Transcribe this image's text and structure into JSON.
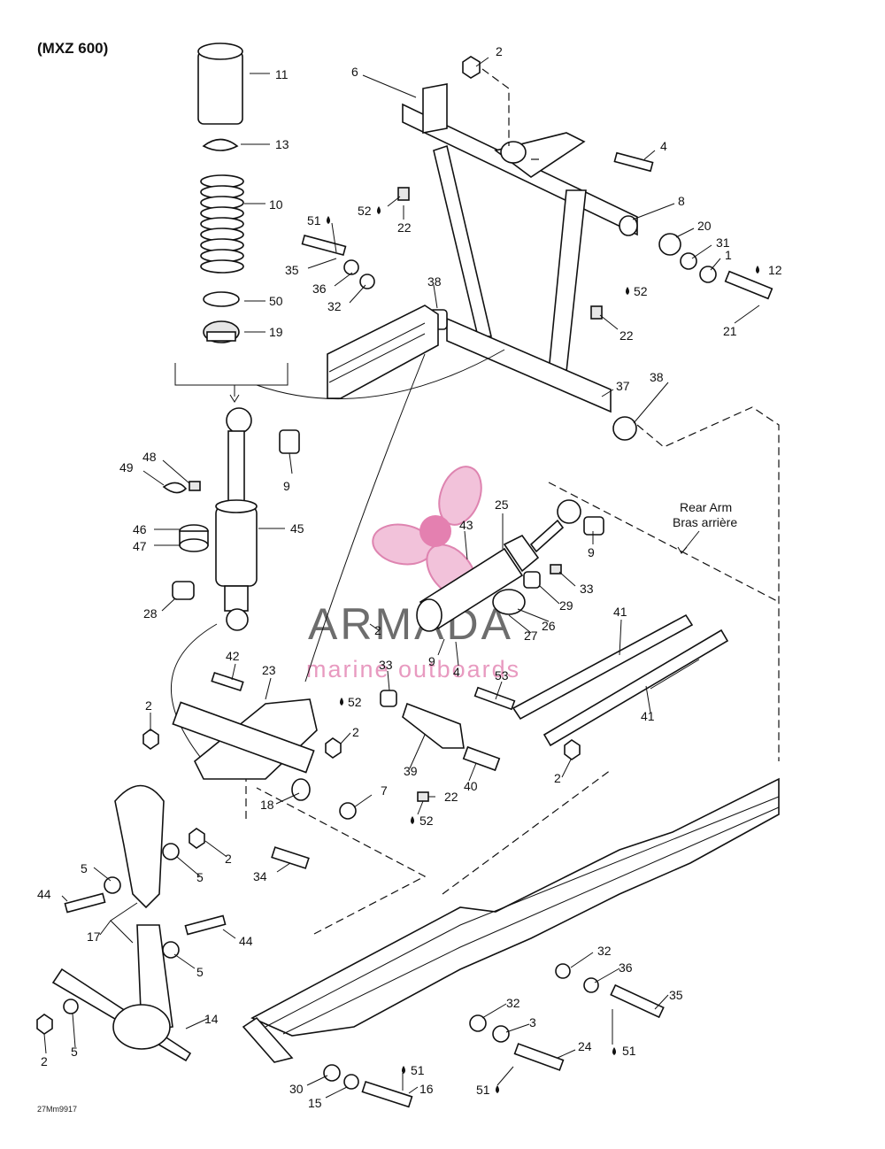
{
  "title": "(MXZ 600)",
  "drawing_code": "27Mm9917",
  "rear_arm_label_en": "Rear Arm",
  "rear_arm_label_fr": "Bras arrière",
  "watermark": {
    "brand": "ARMADA",
    "tagline": "marine outboards",
    "color": "#e89ac0"
  },
  "part_labels": [
    "2",
    "6",
    "11",
    "13",
    "4",
    "8",
    "10",
    "51",
    "52",
    "22",
    "20",
    "31",
    "1",
    "12",
    "35",
    "36",
    "32",
    "38",
    "52",
    "50",
    "19",
    "21",
    "22",
    "37",
    "38",
    "9",
    "49",
    "48",
    "45",
    "46",
    "47",
    "25",
    "43",
    "9",
    "28",
    "33",
    "29",
    "26",
    "27",
    "2",
    "9",
    "4",
    "41",
    "42",
    "23",
    "33",
    "53",
    "52",
    "2",
    "2",
    "41",
    "18",
    "7",
    "22",
    "52",
    "39",
    "40",
    "2",
    "5",
    "2",
    "34",
    "5",
    "44",
    "17",
    "44",
    "5",
    "2",
    "5",
    "14",
    "32",
    "36",
    "35",
    "3",
    "32",
    "24",
    "51",
    "51",
    "51",
    "16",
    "30",
    "15"
  ]
}
